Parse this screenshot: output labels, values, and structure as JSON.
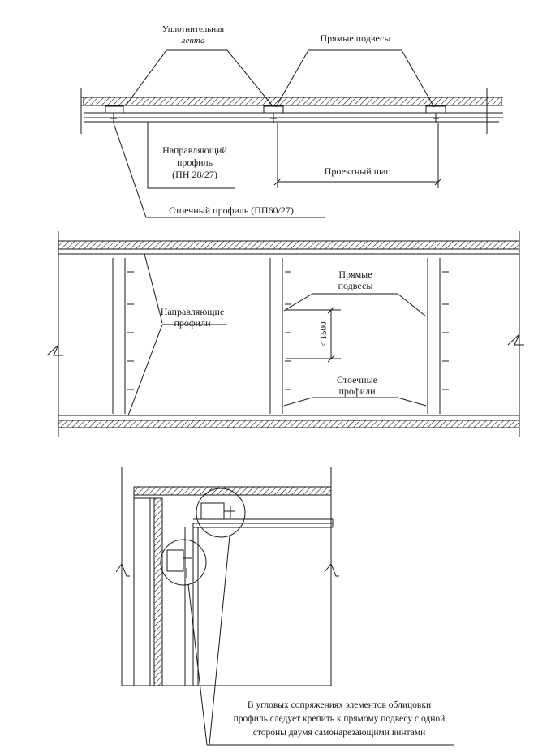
{
  "top_section": {
    "label_sealing_tape_line1": "Уплотнительная",
    "label_sealing_tape_line2": "лента",
    "label_direct_hangers": "Прямые подвесы",
    "label_guide_profile_line1": "Направляющий",
    "label_guide_profile_line2": "профиль",
    "label_guide_profile_line3": "(ПН 28/27)",
    "label_design_step": "Проектный шаг",
    "label_stud_profile": "Стоечный профиль (ПП60/27)"
  },
  "middle_section": {
    "label_direct_hangers_line1": "Прямые",
    "label_direct_hangers_line2": "подвесы",
    "label_guide_profiles_line1": "Направляющие",
    "label_guide_profiles_line2": "профили",
    "label_spacing": "< 1500",
    "label_stud_profiles_line1": "Стоечные",
    "label_stud_profiles_line2": "профили"
  },
  "bottom_section": {
    "note_line1": "В угловых сопряжениях элементов облицовки",
    "note_line2": "профиль следует крепить к прямому подвесу с одной",
    "note_line3": "стороны двумя самонарезающими винтами"
  },
  "colors": {
    "ink": "#1a1a1a",
    "paper": "#ffffff"
  }
}
